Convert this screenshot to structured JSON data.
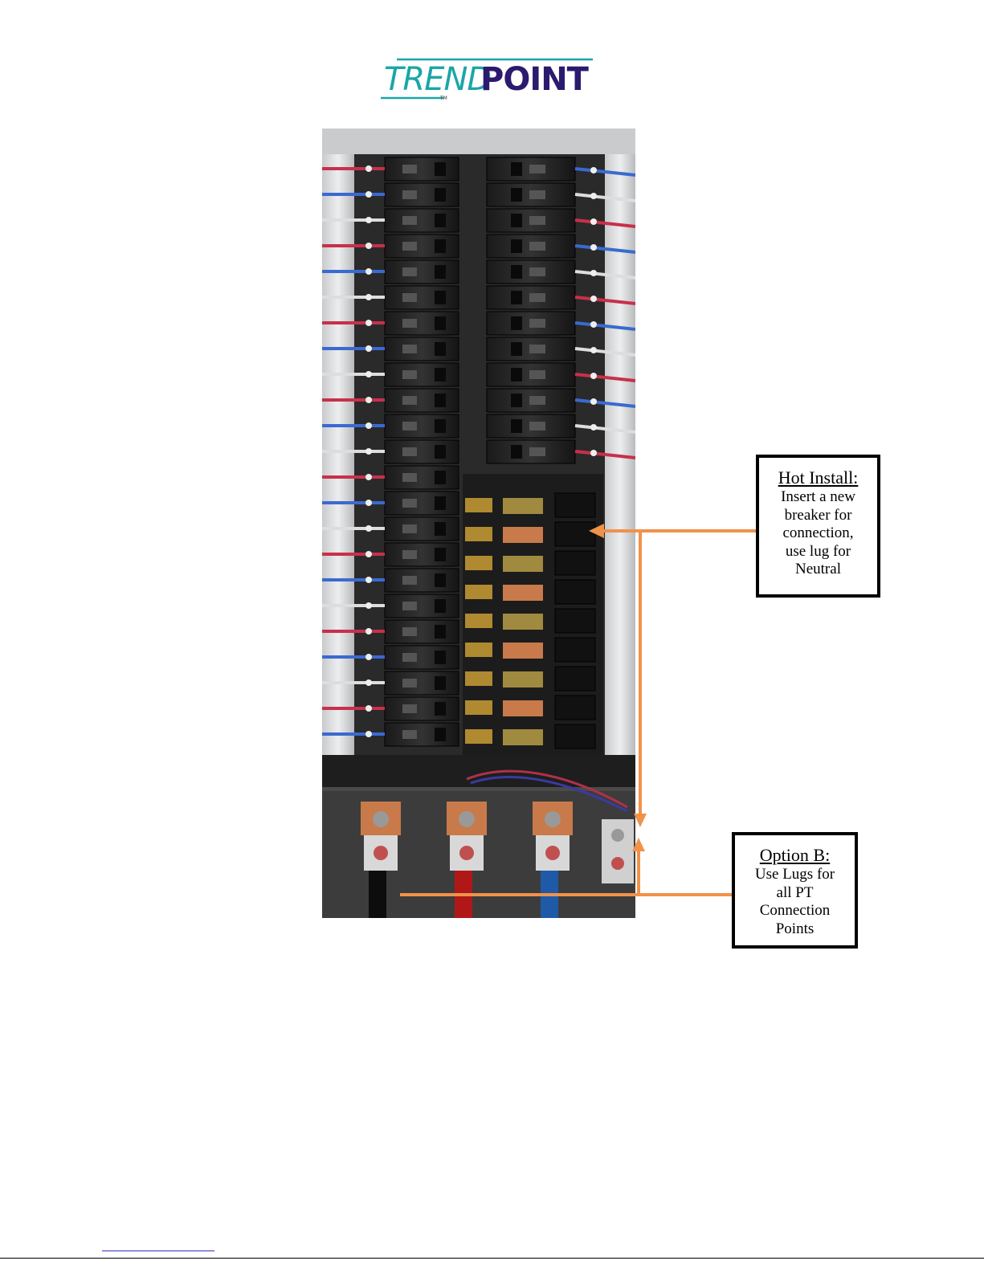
{
  "logo": {
    "part1": "TREND",
    "part2": "POINT",
    "tm": "TM",
    "colors": {
      "teal": "#1aa6a8",
      "navy": "#2b1a6e"
    }
  },
  "photo": {
    "icon": "electrical-panel-photo"
  },
  "callouts": {
    "hot_install": {
      "title": "Hot Install:",
      "body": "Insert a new\nbreaker for\nconnection,\nuse lug for\nNeutral"
    },
    "option_b": {
      "title": "Option B:",
      "body": "Use Lugs for\nall PT\nConnection\nPoints"
    }
  },
  "colors": {
    "arrow": "#f0924a"
  }
}
